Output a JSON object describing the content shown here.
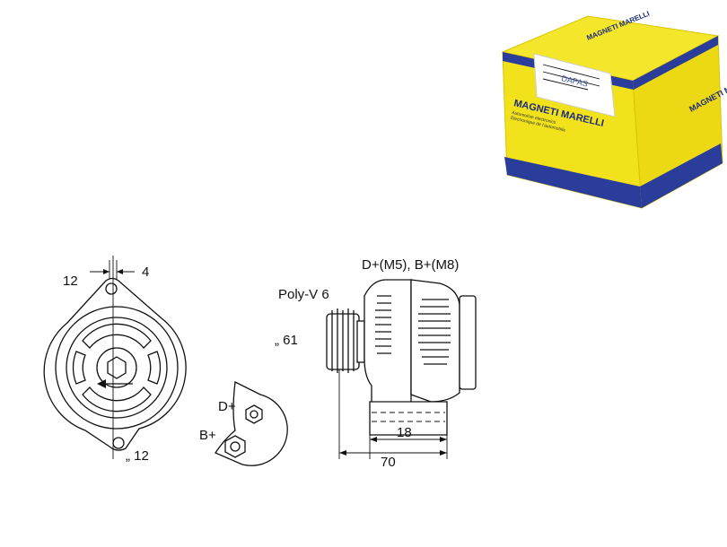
{
  "product_box": {
    "brand": "MAGNETI MARELLI",
    "brand_side": "MAGNETI MARELLI",
    "colors": {
      "yellow": "#f2e21c",
      "blue": "#2a3d9a",
      "white": "#ffffff"
    }
  },
  "front_view": {
    "dim_left": "12",
    "dim_right": "4",
    "dim_bottom": "„ 12"
  },
  "terminal_plate": {
    "d_plus": "D+",
    "b_plus": "B+"
  },
  "side_view": {
    "connectors": "D+(M5), B+(M8)",
    "pulley": "Poly-V 6",
    "pulley_dia": "„ 61",
    "dim_18": "18",
    "dim_70": "70"
  }
}
